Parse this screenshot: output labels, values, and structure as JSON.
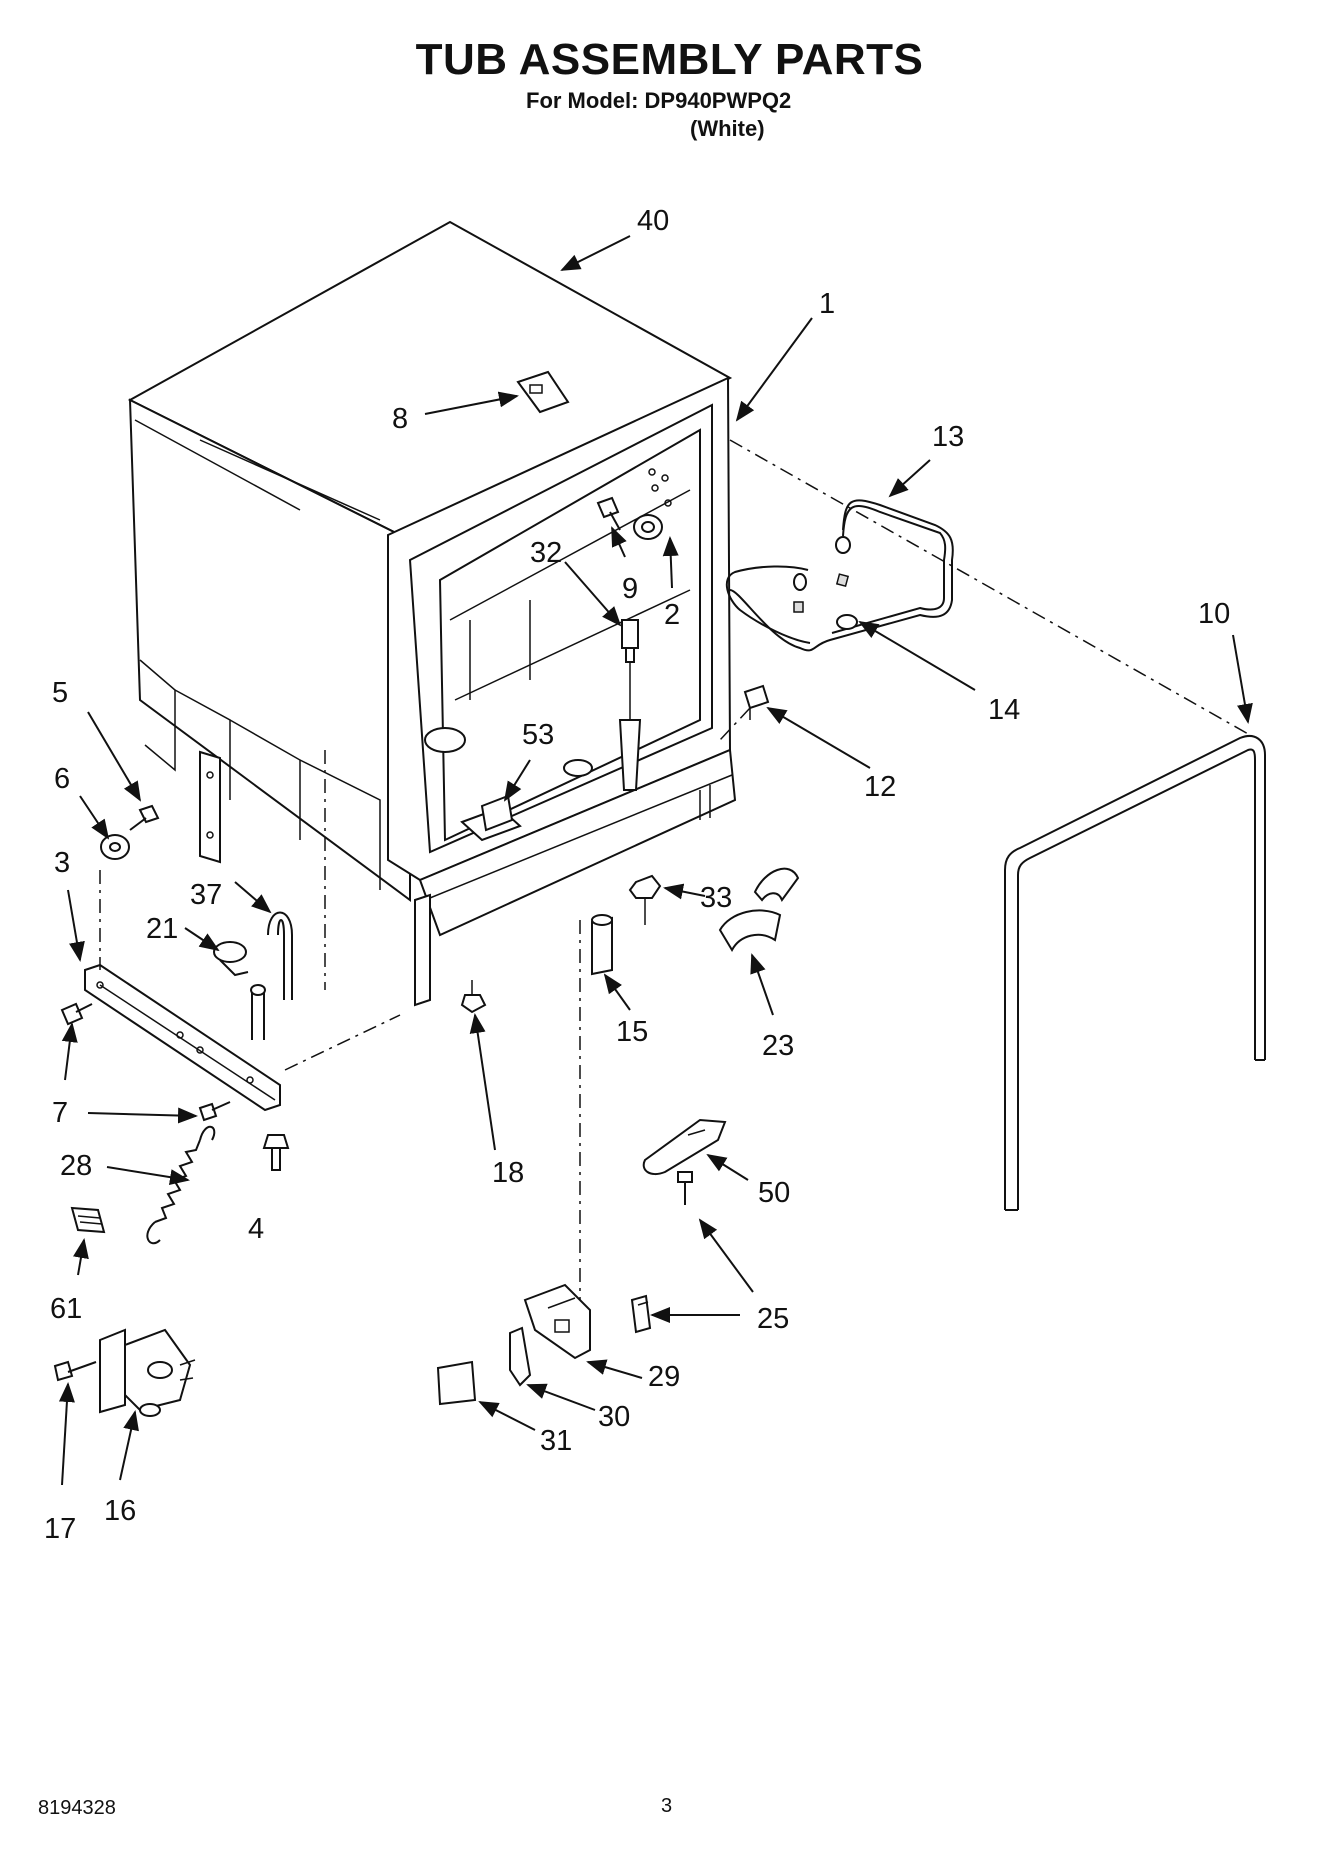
{
  "title": "TUB ASSEMBLY PARTS",
  "model_line": "For Model: DP940PWPQ2",
  "color_line": "(White)",
  "doc_code": "8194328",
  "page_number": "3",
  "callouts": {
    "c1": "1",
    "c2": "2",
    "c3": "3",
    "c4": "4",
    "c5": "5",
    "c6": "6",
    "c7a": "7",
    "c7b": "7",
    "c8": "8",
    "c9": "9",
    "c10": "10",
    "c12": "12",
    "c13": "13",
    "c14": "14",
    "c15": "15",
    "c16": "16",
    "c17": "17",
    "c18": "18",
    "c21": "21",
    "c23": "23",
    "c25": "25",
    "c28": "28",
    "c29": "29",
    "c30": "30",
    "c31": "31",
    "c32": "32",
    "c33": "33",
    "c37": "37",
    "c40": "40",
    "c50": "50",
    "c53": "53",
    "c61": "61"
  }
}
